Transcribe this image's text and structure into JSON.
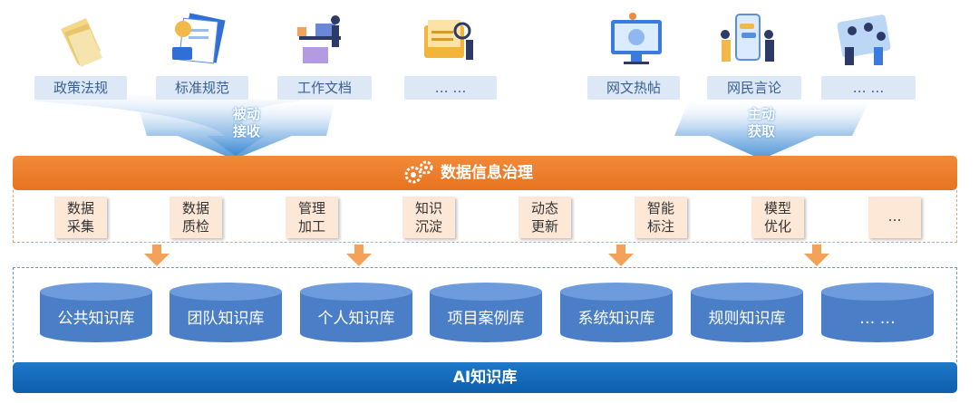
{
  "passive_sources": [
    "政策法规",
    "标准规范",
    "工作文档",
    "… …"
  ],
  "active_sources": [
    "网文热帖",
    "网民言论",
    "… …"
  ],
  "passive_arrow": {
    "line1": "被动",
    "line2": "接收"
  },
  "active_arrow": {
    "line1": "主动",
    "line2": "获取"
  },
  "governance": {
    "title": "数据信息治理",
    "steps": [
      {
        "l1": "数据",
        "l2": "采集"
      },
      {
        "l1": "数据",
        "l2": "质检"
      },
      {
        "l1": "管理",
        "l2": "加工"
      },
      {
        "l1": "知识",
        "l2": "沉淀"
      },
      {
        "l1": "动态",
        "l2": "更新"
      },
      {
        "l1": "智能",
        "l2": "标注"
      },
      {
        "l1": "模型",
        "l2": "优化"
      },
      {
        "l1": "…",
        "l2": ""
      }
    ]
  },
  "libraries": [
    "公共知识库",
    "团队知识库",
    "个人知识库",
    "项目案例库",
    "系统知识库",
    "规则知识库",
    "… …"
  ],
  "ai_library": "AI知识库",
  "colors": {
    "orange": "#e8731f",
    "blue": "#0d5fae",
    "cylinder": "#4a7fc7",
    "label_bg": "#dce8f6"
  },
  "icons": [
    "folders-icon",
    "document-stack-icon",
    "office-worker-icon",
    "file-search-icon",
    "monitor-icon",
    "phone-chat-icon",
    "network-users-icon"
  ]
}
